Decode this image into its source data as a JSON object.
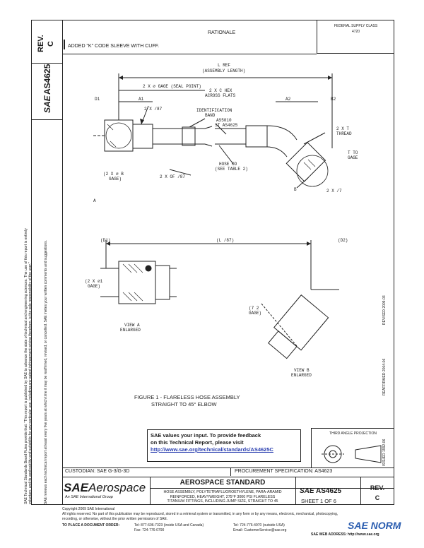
{
  "header": {
    "rev_label": "REV.",
    "rev_value": "C",
    "doc_logo": "SAE",
    "doc_number": "AS4625",
    "rationale_title": "RATIONALE",
    "rationale_text": "ADDED \"K\" CODE SLEEVE WITH CUFF.",
    "fsc_label": "FEDERAL SUPPLY CLASS",
    "fsc_value": "4720"
  },
  "side_notes": {
    "line1": "SAE Technical Standards Board Rules provide that: \"This report is published by SAE to advance the state of technical and engineering sciences. The use of this report is entirely",
    "line2": "voluntary, and its applicability and suitability for any particular use, including any patent infringement arising therefrom, is the sole responsibility of the user.\"",
    "line3": "SAE reviews each technical report at least every five years at which time it may be reaffirmed, revised, or cancelled. SAE invites your written comments and suggestions."
  },
  "history": {
    "issued": "ISSUED 1992-06",
    "reaffirmed": "REAFFIRMED 2004-06",
    "revised": "REVISED 2009-03"
  },
  "drawing": {
    "assembly_length": "L REF",
    "assembly_length_note": "(ASSEMBLY LENGTH)",
    "gage_point": "2 X ⌀ GAGE (SEAL POINT)",
    "hex_flats": "2 X C HEX",
    "hex_flats2": "ACROSS FLATS",
    "a1": "A1",
    "a2": "A2",
    "b2": "B2",
    "d1": "D1",
    "ident_band": "IDENTIFICATION",
    "ident_band2": "BAND",
    "tube_ref": "AS5010",
    "tube_ref2": "ST AS4625",
    "hose_od": "HOSE OD",
    "hose_od2": "(SEE TABLE 2)",
    "ref_2x": "2 X /87",
    "ref_2x_b": "2 X OF /87",
    "gage_note": "(2 X ⌀ B",
    "gage_note2": "GAGE)",
    "thread": "2 X T",
    "thread2": "THREAD",
    "to_gage": "T TO",
    "to_gage2": "GAGE",
    "two_x_ref": "2 X /7",
    "mark_a": "A",
    "mark_b": "B",
    "lower_d1": "(D1)",
    "lower_l": "(L /87)",
    "lower_d2": "(D2)",
    "lower_gage": "(2 X ⌀1",
    "lower_gage2": "GAGE)",
    "right_gage": "(7 2",
    "right_gage2": "GAGE)",
    "view_a": "VIEW A",
    "view_a2": "ENLARGED",
    "view_b": "VIEW B",
    "view_b2": "ENLARGED",
    "figure_caption": "FIGURE 1 - FLARELESS HOSE ASSEMBLY",
    "figure_caption2": "STRAIGHT TO 45° ELBOW"
  },
  "feedback": {
    "line1": "SAE values your input. To provide feedback",
    "line2": "on this Technical Report, please visit",
    "url": "http://www.sae.org/technical/standards/AS4625C"
  },
  "projection": {
    "label": "THIRD ANGLE PROJECTION"
  },
  "title_block": {
    "custodian": "CUSTODIAN: SAE G-3/G-3D",
    "procurement": "PROCUREMENT SPECIFICATION: AS4623",
    "brand": "SAE",
    "brand_suffix": "Aerospace",
    "brand_tag": "An SAE International Group",
    "standard_label": "AEROSPACE STANDARD",
    "title_line1": "HOSE ASSEMBLY, POLYTETRAFLUOROETHYLENE, PARA-ARAMID",
    "title_line2": "REINFORCED, HEAVYWEIGHT, 275°F 3000 PSI FLARELESS",
    "title_line3": "TITANIUM FITTINGS, INCLUDING JUMP SIZE, STRAIGHT TO 45",
    "doc_logo": "SAE",
    "doc_number": "AS4625",
    "sheet": "SHEET 1 OF 6",
    "rev_label": "REV.",
    "rev_value": "C"
  },
  "footer": {
    "copyright1": "Copyright 2009 SAE International",
    "copyright2": "All rights reserved. No part of this publication may be reproduced, stored in a retrieval system or transmitted, in any form or by any means, electronic, mechanical, photocopying,",
    "copyright3": "recording, or otherwise, without the prior written permission of SAE.",
    "order_label": "TO PLACE A DOCUMENT ORDER:",
    "tel1": "Tel: 877-606-7323 (inside USA and Canada)",
    "tel2": "Tel: 724-776-4970 (outside USA)",
    "fax": "Fax: 724-776-0790",
    "email": "Email: CustomerService@sae.org",
    "web": "SAE WEB ADDRESS:  http://www.sae.org",
    "watermark": "SAE NORM"
  }
}
